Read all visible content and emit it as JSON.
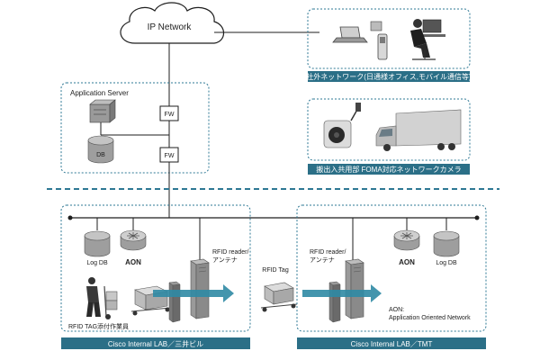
{
  "colors": {
    "accent": "#2b6f87",
    "dashed_border": "#2e7894",
    "line": "#1e1e1e",
    "server_gray": "#8a8a8a",
    "arrow_teal": "#2f8aa4"
  },
  "network": {
    "cloud_label": "IP Network"
  },
  "app_server": {
    "title": "Application Server",
    "db_label": "DB",
    "fw_top": "FW",
    "fw_bottom": "FW"
  },
  "external": {
    "caption": "社外ネットワーク(日通様オフィス,モバイル通信等)",
    "icons": [
      "laptop-icon",
      "mobile-phone-icon",
      "office-worker-icon"
    ]
  },
  "camera": {
    "caption": "搬出入共用部 FOMA対応ネットワークカメラ",
    "icons": [
      "network-camera-icon",
      "truck-icon"
    ]
  },
  "lab_left": {
    "title": "Cisco Internal LAB／三井ビル",
    "log_db": "Log DB",
    "aon": "AON",
    "reader": "RFID reader/\nアンテナ",
    "worker": "RFID TAG添付作業員"
  },
  "middle": {
    "tag_label": "RFID Tag"
  },
  "lab_right": {
    "title": "Cisco Internal LAB／TMT",
    "reader": "RFID reader/\nアンテナ",
    "aon": "AON",
    "log_db": "Log DB",
    "aon_note_1": "AON:",
    "aon_note_2": "Application Oriented Network"
  }
}
